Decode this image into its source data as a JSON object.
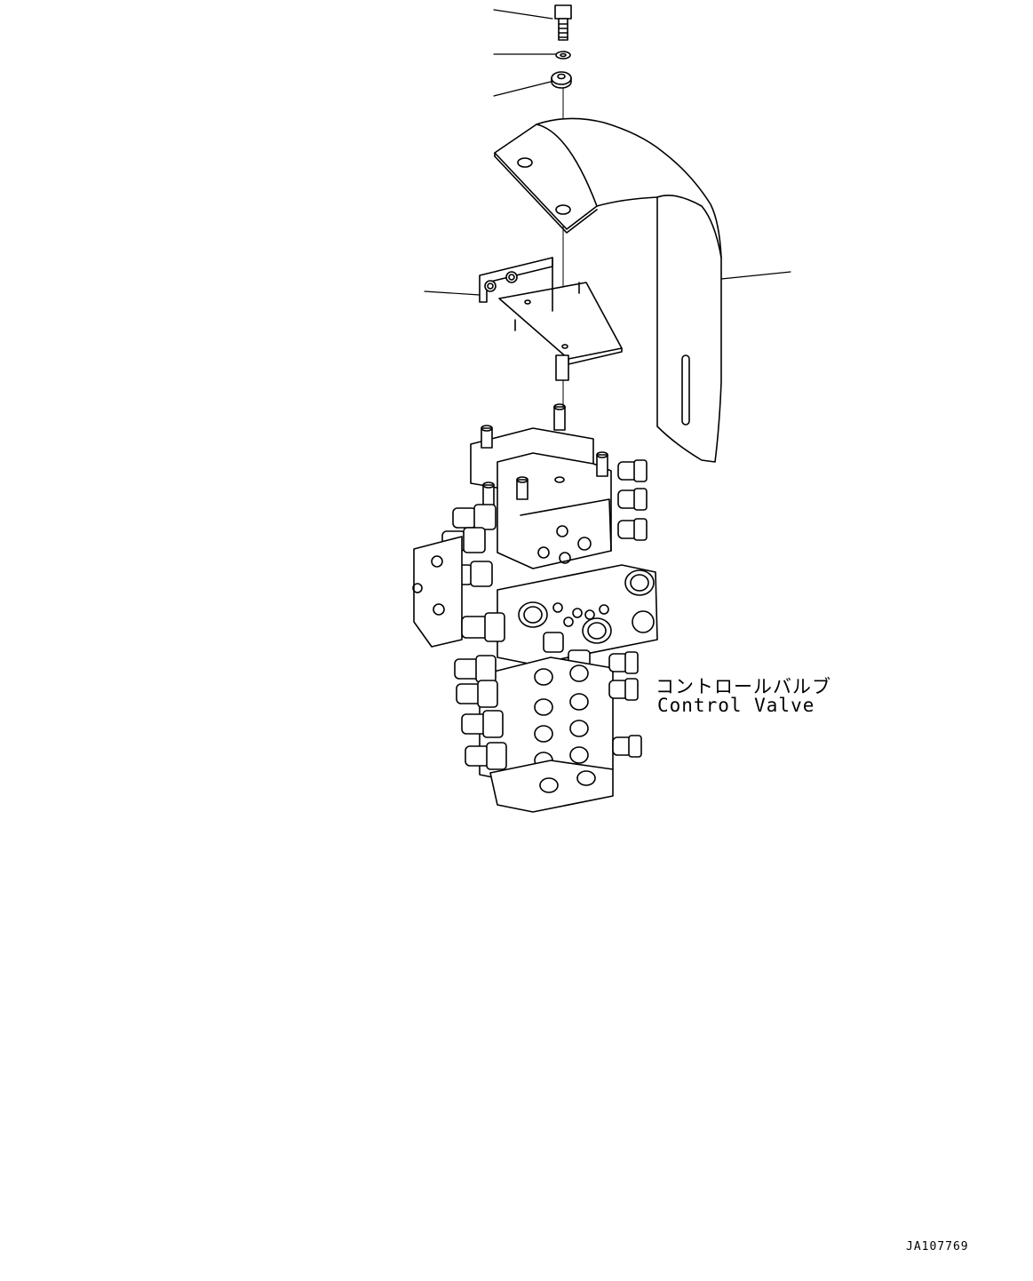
{
  "diagram": {
    "component_label_jp": "コントロールバルブ",
    "component_label_en": "Control Valve",
    "drawing_id": "JA107769"
  }
}
